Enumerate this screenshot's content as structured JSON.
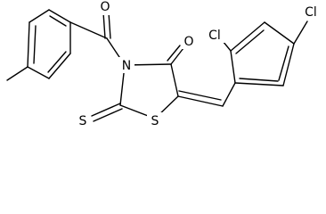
{
  "atoms": {
    "carbonyl_oxygen_benzoyl": "O",
    "carbonyl_oxygen_ring": "O",
    "ring_nitrogen": "N",
    "ring_sulfur": "S",
    "thione_sulfur": "S",
    "chlorine_ortho": "Cl",
    "chlorine_para": "Cl"
  }
}
